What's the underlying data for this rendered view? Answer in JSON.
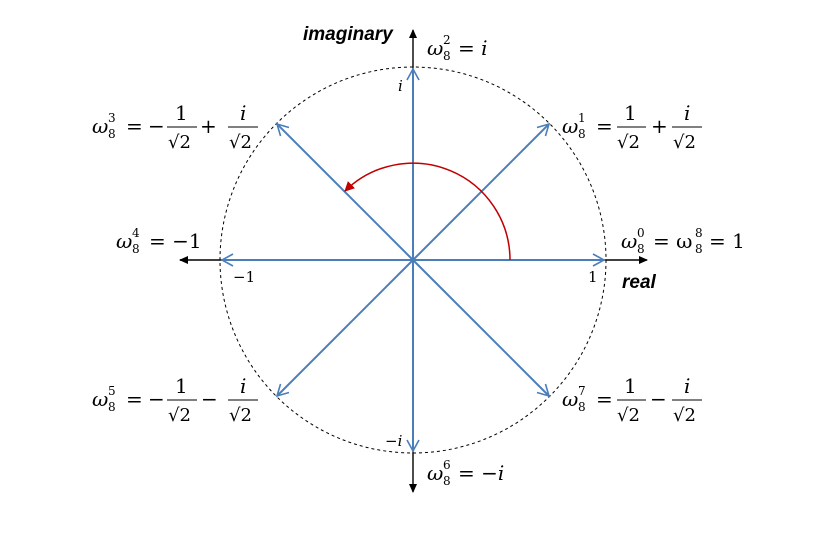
{
  "axes": {
    "imaginary_label": "imaginary",
    "real_label": "real",
    "tick_i": "i",
    "tick_neg_i": "−i",
    "tick_one": "1",
    "tick_neg_one": "−1"
  },
  "roots": [
    {
      "id": "w0",
      "omega": "ω",
      "sub": "8",
      "sup": "0",
      "rhs_simple": "= ω",
      "rhs_sub": "8",
      "rhs_sup": "8",
      "rhs_tail": "= 1"
    },
    {
      "id": "w1",
      "omega": "ω",
      "sub": "8",
      "sup": "1",
      "eq": "=",
      "sign1": "",
      "num1": "1",
      "den1": "√2",
      "op": "+",
      "num2": "i",
      "den2": "√2"
    },
    {
      "id": "w2",
      "omega": "ω",
      "sub": "8",
      "sup": "2",
      "rhs": "= i"
    },
    {
      "id": "w3",
      "omega": "ω",
      "sub": "8",
      "sup": "3",
      "eq": "=",
      "sign1": "−",
      "num1": "1",
      "den1": "√2",
      "op": "+",
      "num2": "i",
      "den2": "√2"
    },
    {
      "id": "w4",
      "omega": "ω",
      "sub": "8",
      "sup": "4",
      "rhs": "= −1"
    },
    {
      "id": "w5",
      "omega": "ω",
      "sub": "8",
      "sup": "5",
      "eq": "=",
      "sign1": "−",
      "num1": "1",
      "den1": "√2",
      "op": "−",
      "num2": "i",
      "den2": "√2"
    },
    {
      "id": "w6",
      "omega": "ω",
      "sub": "8",
      "sup": "6",
      "rhs": "= −i"
    },
    {
      "id": "w7",
      "omega": "ω",
      "sub": "8",
      "sup": "7",
      "eq": "=",
      "sign1": "",
      "num1": "1",
      "den1": "√2",
      "op": "−",
      "num2": "i",
      "den2": "√2"
    }
  ],
  "colors": {
    "vector": "#4a7ebb",
    "arc": "#c00000",
    "axis": "#000000",
    "circle": "#000000"
  }
}
